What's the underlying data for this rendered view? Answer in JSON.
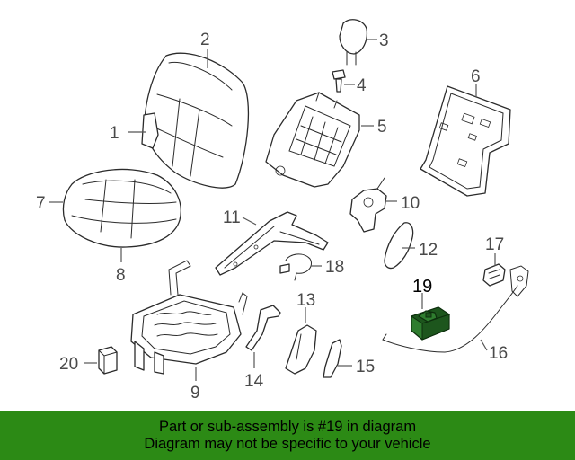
{
  "diagram": {
    "callouts": [
      "1",
      "2",
      "3",
      "4",
      "5",
      "6",
      "7",
      "8",
      "9",
      "10",
      "11",
      "12",
      "13",
      "14",
      "15",
      "16",
      "17",
      "18",
      "19",
      "20"
    ],
    "highlighted_part": "19"
  },
  "banner": {
    "line1": "Part or sub-assembly is #19 in diagram",
    "line2": "Diagram may not be specific to your vehicle"
  },
  "colors": {
    "banner_bg": "#2c8a15",
    "highlight": "#2f7d2f"
  }
}
